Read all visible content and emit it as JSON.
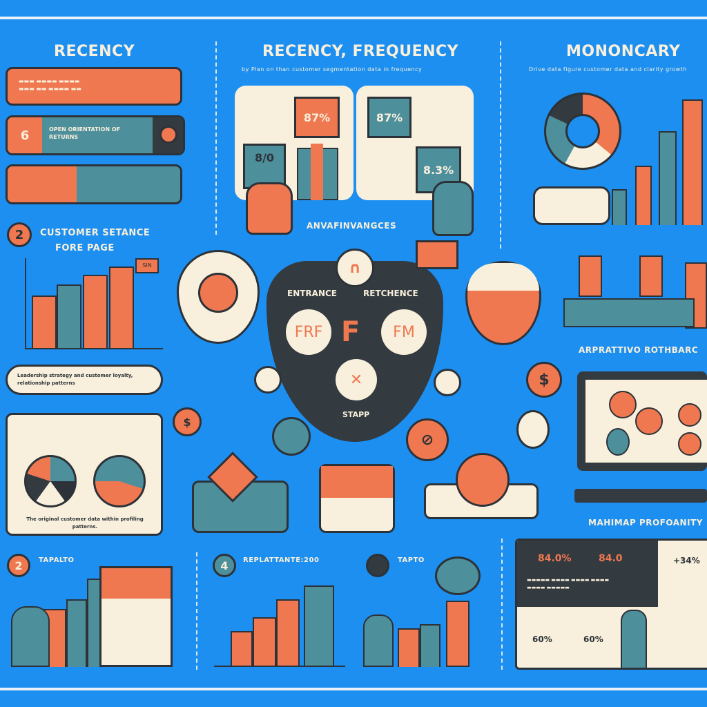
{
  "colors": {
    "background": "#1c8ff0",
    "orange": "#f07850",
    "teal": "#4e8f9c",
    "dark": "#333a40",
    "cream": "#f8f0dc"
  },
  "left": {
    "title": "RECENCY",
    "badge1": "6",
    "card2_text": "OPEN ORIENTATION OF RETURNS",
    "step2_number": "2",
    "step2_title": "CUSTOMER SETANCE",
    "step2_sub": "FORE PAGE",
    "chart_tag": "SIN",
    "note": "Leadership strategy and customer loyalty, relationship patterns",
    "pie_note": "The original customer data within profiling patterns."
  },
  "center": {
    "title": "RECENCY, FREQUENCY",
    "subtitle": "by Plan on than customer segmentation data in frequency",
    "card_left_pct": "87%",
    "card_left_small": "8/0",
    "card_right_pct": "87%",
    "card_right_small": "8.3%",
    "section_label": "ANVAFINVANGCES",
    "hub_left": "ENTRANCE",
    "hub_right": "RETCHENCE",
    "node_frf": "FRF",
    "node_f": "F",
    "node_fm": "FM",
    "hub_bottom": "STAPP"
  },
  "right": {
    "title": "MONONCARY",
    "subtitle": "Drive data figure customer data and clarity growth",
    "section2": "ARPRATTIVO ROTHBARC",
    "section3": "MAHIMAP PROFOANITY"
  },
  "bottom": {
    "step_a_number": "2",
    "step_a_title": "TAPALTO",
    "step_b_number": "4",
    "step_b_title": "REPLATTANTE:200",
    "step_c_title": "TAPTO",
    "panel_pct1": "84.0%",
    "panel_pct2": "84.0",
    "panel_pct3": "+34%",
    "panel_pct4": "60%",
    "panel_pct5": "60%"
  }
}
